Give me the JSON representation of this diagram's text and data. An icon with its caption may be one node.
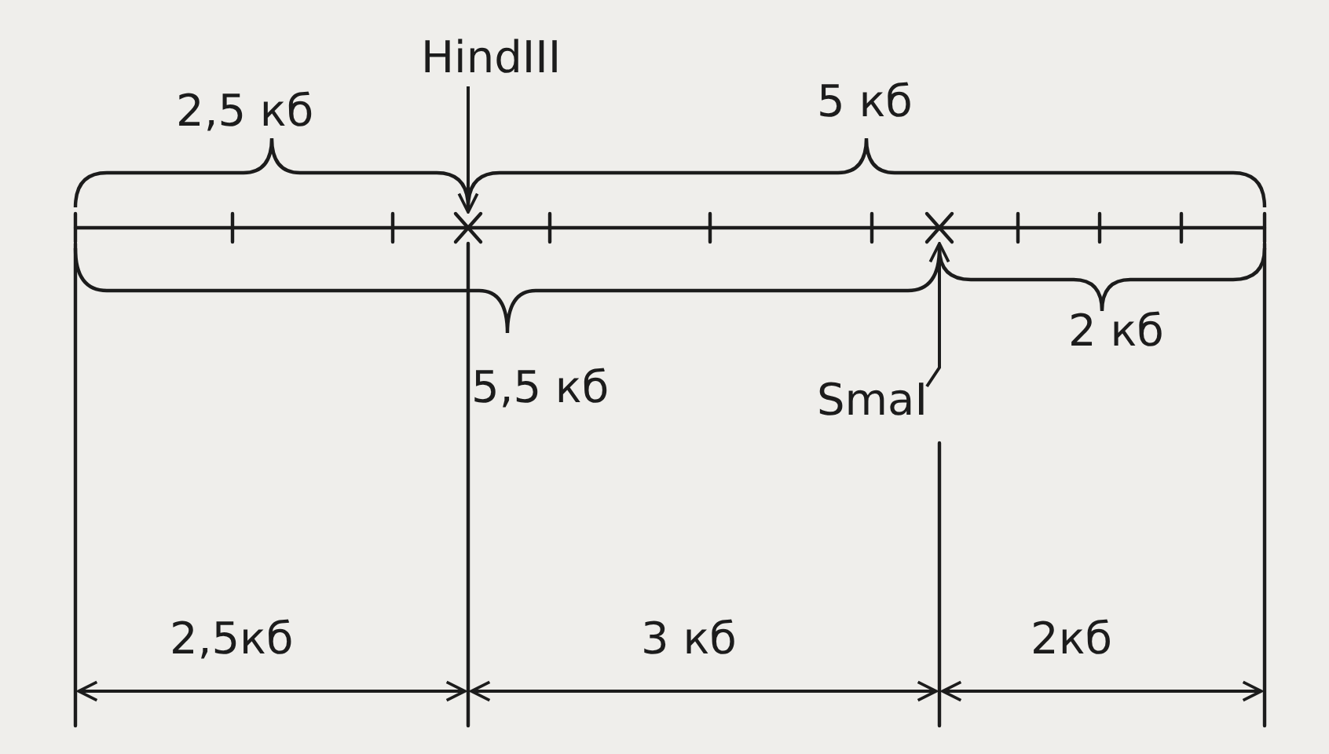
{
  "diagram": {
    "nodes": [
      {
        "text": [
          "HindIII"
        ]
      },
      {
        "text": [
          "SmaI"
        ]
      },
      {
        "text": [],
        "shape": "cross"
      },
      {
        "text": [],
        "shape": "cross"
      }
    ],
    "edges": [
      {
        "from": 0,
        "to": 2,
        "arrow": "to"
      },
      {
        "from": 1,
        "to": 3,
        "arrow": "to"
      }
    ],
    "labels": [
      "2,5 кб",
      "5 кб",
      "5,5 кб",
      "2 кб",
      "2,5кб",
      "3 кб",
      "2кб"
    ]
  }
}
